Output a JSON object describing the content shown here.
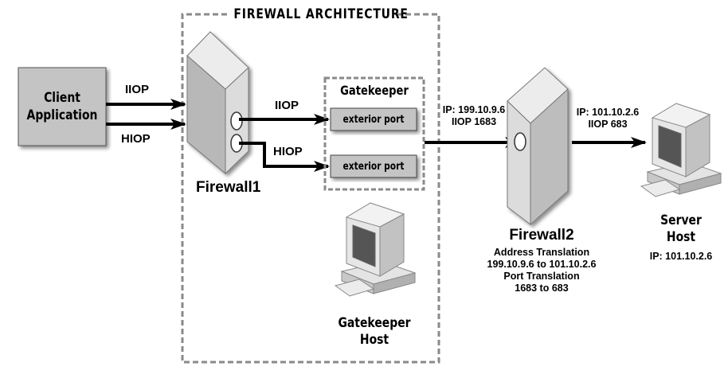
{
  "title": "FIREWALL ARCHITECTURE",
  "client": {
    "label_line1": "Client",
    "label_line2": "Application"
  },
  "client_links": {
    "top_protocol": "IIOP",
    "bottom_protocol": "HIOP"
  },
  "firewall1": {
    "label": "Firewall1"
  },
  "firewall1_links": {
    "top_protocol": "IIOP",
    "bottom_protocol": "HIOP"
  },
  "gatekeeper": {
    "label": "Gatekeeper",
    "ports": [
      {
        "label": "exterior port"
      },
      {
        "label": "exterior port"
      }
    ]
  },
  "gatekeeper_host": {
    "label_line1": "Gatekeeper",
    "label_line2": "Host"
  },
  "link_to_firewall2": {
    "ip": "IP: 199.10.9.6",
    "port": "IIOP 1683"
  },
  "firewall2": {
    "label": "Firewall2",
    "notes": [
      "Address Translation",
      "199.10.9.6 to 101.10.2.6",
      "Port Translation",
      "1683 to 683"
    ]
  },
  "link_to_server": {
    "ip": "IP: 101.10.2.6",
    "port": "IIOP 683"
  },
  "server_host": {
    "label_line1": "Server",
    "label_line2": "Host",
    "ip": "IP: 101.10.2.6"
  },
  "colors": {
    "box_fill": "#c4c4c4",
    "dash": "#8a8a8a",
    "tower_light": "#efefef",
    "tower_mid": "#cfcfcf",
    "tower_dark": "#b4b4b4"
  }
}
